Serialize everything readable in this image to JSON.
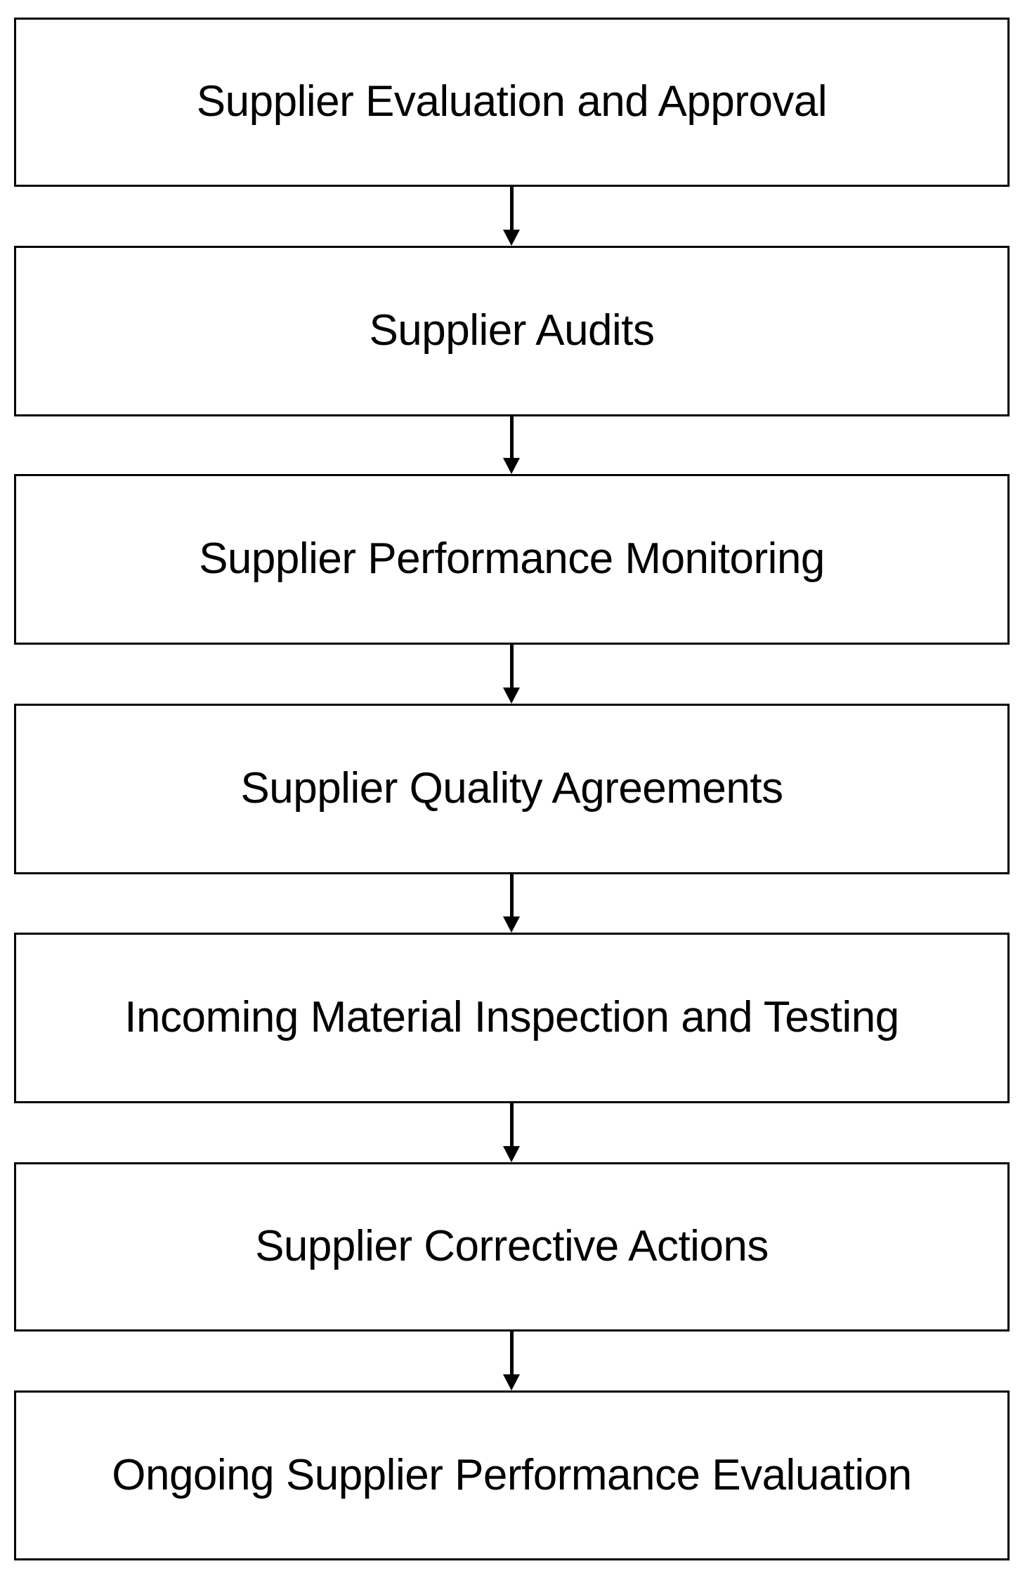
{
  "diagram": {
    "type": "flowchart",
    "orientation": "vertical-top-to-bottom",
    "title": "",
    "background_color": "#ffffff",
    "box_border_color": "#000000",
    "box_fill_color": "#ffffff",
    "text_color": "#000000",
    "arrow_color": "#000000",
    "nodes": [
      {
        "id": "node-1",
        "label": "Supplier Evaluation and Approval"
      },
      {
        "id": "node-2",
        "label": "Supplier Audits"
      },
      {
        "id": "node-3",
        "label": "Supplier Performance Monitoring"
      },
      {
        "id": "node-4",
        "label": "Supplier Quality Agreements"
      },
      {
        "id": "node-5",
        "label": "Incoming Material Inspection and Testing"
      },
      {
        "id": "node-6",
        "label": "Supplier Corrective Actions"
      },
      {
        "id": "node-7",
        "label": "Ongoing Supplier Performance Evaluation"
      }
    ],
    "edges": [
      {
        "from": "node-1",
        "to": "node-2",
        "label": "",
        "style": "solid-arrow-down"
      },
      {
        "from": "node-2",
        "to": "node-3",
        "label": "",
        "style": "solid-arrow-down"
      },
      {
        "from": "node-3",
        "to": "node-4",
        "label": "",
        "style": "solid-arrow-down"
      },
      {
        "from": "node-4",
        "to": "node-5",
        "label": "",
        "style": "solid-arrow-down"
      },
      {
        "from": "node-5",
        "to": "node-6",
        "label": "",
        "style": "solid-arrow-down"
      },
      {
        "from": "node-6",
        "to": "node-7",
        "label": "",
        "style": "solid-arrow-down"
      }
    ]
  }
}
